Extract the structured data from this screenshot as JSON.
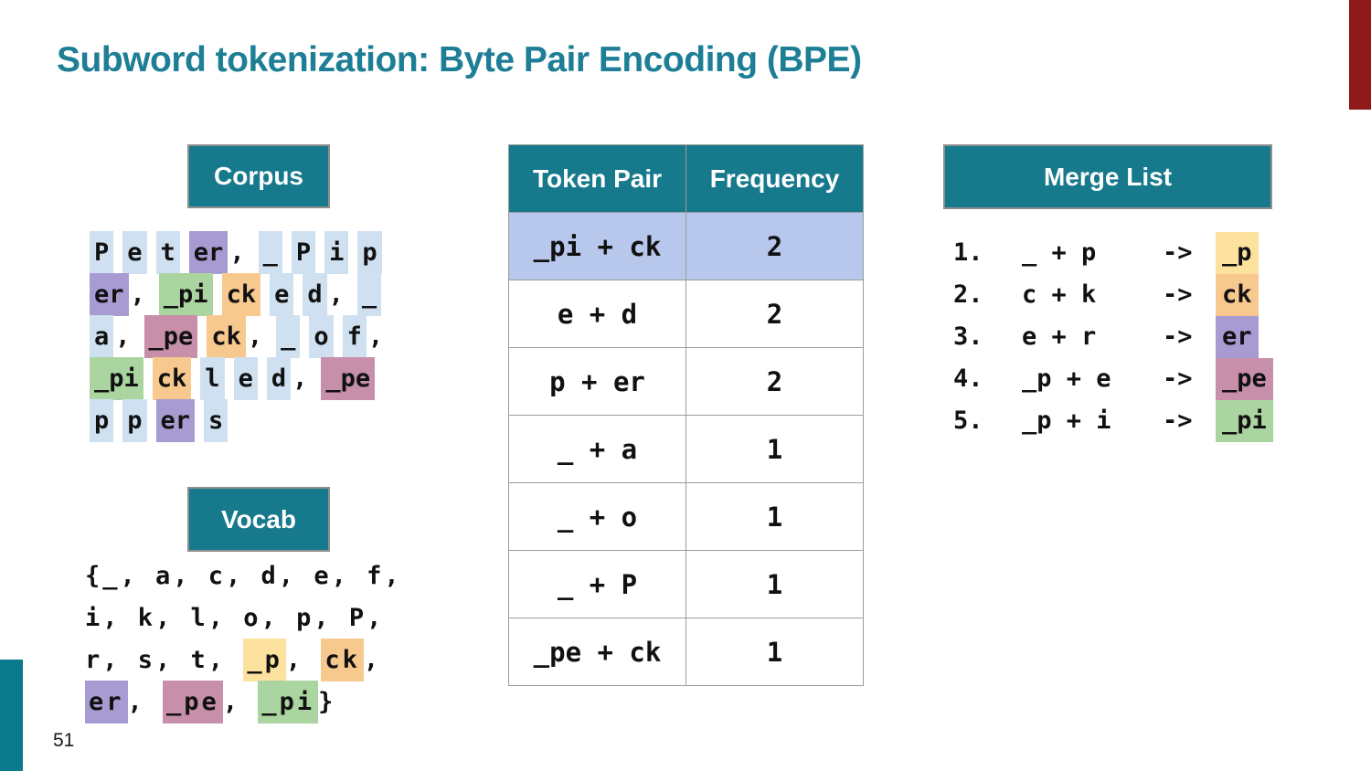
{
  "title": "Subword tokenization: Byte Pair Encoding (BPE)",
  "page_number": "51",
  "colors": {
    "teal": "#17798C",
    "title_teal": "#1D7E95",
    "red_accent": "#8E1A1A",
    "table_row_highlight": "#B7C8EC",
    "highlight": {
      "blue": "#CFE1F1",
      "purple": "#A79BD2",
      "green": "#ABD5A0",
      "orange": "#F8C98F",
      "pink": "#C78FA9",
      "yellow": "#FCE29E"
    }
  },
  "corpus": {
    "header": "Corpus",
    "lines": [
      [
        {
          "t": "P",
          "h": "blue"
        },
        {
          "t": "e",
          "h": "blue"
        },
        {
          "t": "t",
          "h": "blue"
        },
        {
          "t": "er",
          "h": "purple"
        },
        {
          "t": ","
        },
        {
          "t": "_",
          "h": "blue"
        },
        {
          "t": "P",
          "h": "blue"
        },
        {
          "t": "i",
          "h": "blue"
        },
        {
          "t": "p",
          "h": "blue"
        }
      ],
      [
        {
          "t": "er",
          "h": "purple"
        },
        {
          "t": ","
        },
        {
          "t": "_pi",
          "h": "green"
        },
        {
          "t": "ck",
          "h": "orange"
        },
        {
          "t": "e",
          "h": "blue"
        },
        {
          "t": "d",
          "h": "blue"
        },
        {
          "t": ","
        },
        {
          "t": "_",
          "h": "blue"
        }
      ],
      [
        {
          "t": "a",
          "h": "blue"
        },
        {
          "t": ","
        },
        {
          "t": "_pe",
          "h": "pink"
        },
        {
          "t": "ck",
          "h": "orange"
        },
        {
          "t": ","
        },
        {
          "t": "_",
          "h": "blue"
        },
        {
          "t": "o",
          "h": "blue"
        },
        {
          "t": "f",
          "h": "blue"
        },
        {
          "t": ","
        }
      ],
      [
        {
          "t": "_pi",
          "h": "green"
        },
        {
          "t": "ck",
          "h": "orange"
        },
        {
          "t": "l",
          "h": "blue"
        },
        {
          "t": "e",
          "h": "blue"
        },
        {
          "t": "d",
          "h": "blue"
        },
        {
          "t": ","
        },
        {
          "t": "_pe",
          "h": "pink"
        }
      ],
      [
        {
          "t": "p",
          "h": "blue"
        },
        {
          "t": "p",
          "h": "blue"
        },
        {
          "t": "er",
          "h": "purple"
        },
        {
          "t": "s",
          "h": "blue"
        }
      ]
    ]
  },
  "vocab": {
    "header": "Vocab",
    "lines": [
      [
        {
          "t": "{_, a, c, d, e, f,"
        }
      ],
      [
        {
          "t": "i, k, l, o, p, P,"
        }
      ],
      [
        {
          "t": "r, s, t, "
        },
        {
          "t": "_p",
          "h": "yellow"
        },
        {
          "t": ", "
        },
        {
          "t": "ck",
          "h": "orange"
        },
        {
          "t": ","
        }
      ],
      [
        {
          "t": "er",
          "h": "purple"
        },
        {
          "t": ", "
        },
        {
          "t": "_pe",
          "h": "pink"
        },
        {
          "t": ", "
        },
        {
          "t": "_pi",
          "h": "green"
        },
        {
          "t": "}"
        }
      ]
    ]
  },
  "freq_table": {
    "columns": [
      "Token Pair",
      "Frequency"
    ],
    "rows": [
      {
        "pair": "_pi + ck",
        "freq": "2",
        "highlighted": true
      },
      {
        "pair": "e + d",
        "freq": "2",
        "highlighted": false
      },
      {
        "pair": "p + er",
        "freq": "2",
        "highlighted": false
      },
      {
        "pair": "_ + a",
        "freq": "1",
        "highlighted": false
      },
      {
        "pair": "_ + o",
        "freq": "1",
        "highlighted": false
      },
      {
        "pair": "_ + P",
        "freq": "1",
        "highlighted": false
      },
      {
        "pair": "_pe + ck",
        "freq": "1",
        "highlighted": false
      }
    ]
  },
  "merge_list": {
    "header": "Merge List",
    "rows": [
      {
        "num": "1.",
        "pair": "_ + p",
        "arrow": "->",
        "result": "_p",
        "h": "yellow"
      },
      {
        "num": "2.",
        "pair": "c + k",
        "arrow": "->",
        "result": "ck",
        "h": "orange"
      },
      {
        "num": "3.",
        "pair": "e + r",
        "arrow": "->",
        "result": "er",
        "h": "purple"
      },
      {
        "num": "4.",
        "pair": "_p + e",
        "arrow": "->",
        "result": "_pe",
        "h": "pink"
      },
      {
        "num": "5.",
        "pair": "_p + i",
        "arrow": "->",
        "result": "_pi",
        "h": "green"
      }
    ]
  }
}
